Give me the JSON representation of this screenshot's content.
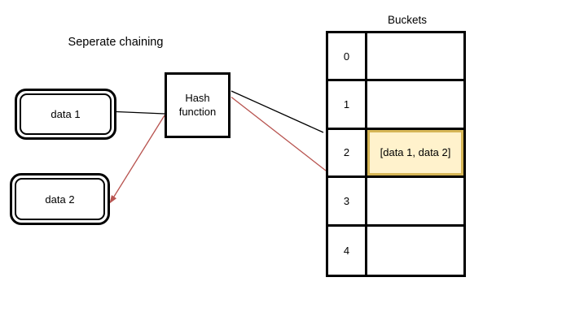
{
  "diagram": {
    "title": "Seperate chaining",
    "nodes": {
      "data1": {
        "label": "data 1"
      },
      "data2": {
        "label": "data 2"
      },
      "hash": {
        "label": "Hash function"
      }
    },
    "buckets": {
      "title": "Buckets",
      "rows": [
        {
          "index": "0",
          "value": "",
          "highlighted": false
        },
        {
          "index": "1",
          "value": "",
          "highlighted": false
        },
        {
          "index": "2",
          "value": "[data 1, data 2]",
          "highlighted": true
        },
        {
          "index": "3",
          "value": "",
          "highlighted": false
        },
        {
          "index": "4",
          "value": "",
          "highlighted": false
        }
      ]
    },
    "colors": {
      "line_black": "#000000",
      "line_red": "#b85450",
      "highlight_fill": "#fff2cc",
      "highlight_stroke": "#d6b656"
    }
  }
}
